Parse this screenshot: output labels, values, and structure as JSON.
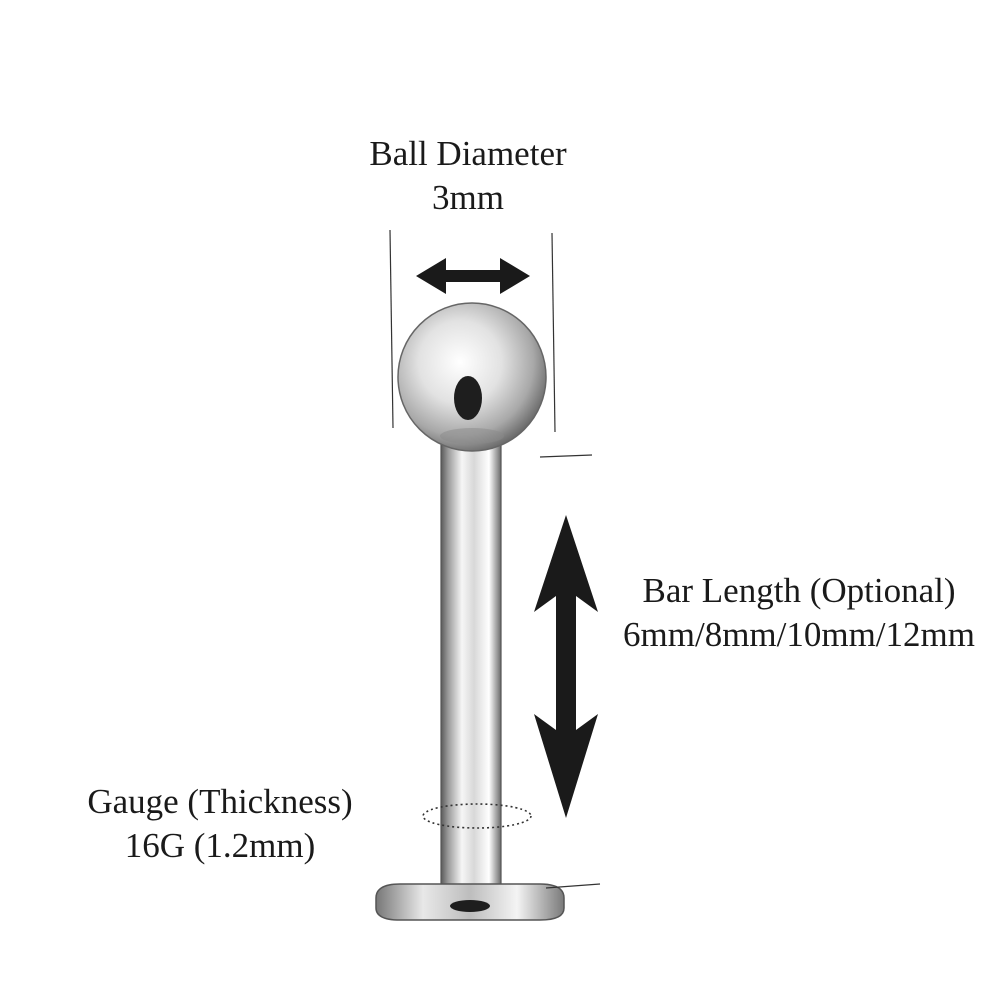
{
  "ball_diameter": {
    "title": "Ball Diameter",
    "value": "3mm"
  },
  "bar_length": {
    "title": "Bar Length (Optional)",
    "value": "6mm/8mm/10mm/12mm"
  },
  "gauge": {
    "title": "Gauge (Thickness)",
    "value": "16G (1.2mm)"
  },
  "colors": {
    "text": "#1a1a1a",
    "arrow": "#1a1a1a",
    "metal_light": "#f4f4f4",
    "metal_dark": "#6e6e6e"
  }
}
